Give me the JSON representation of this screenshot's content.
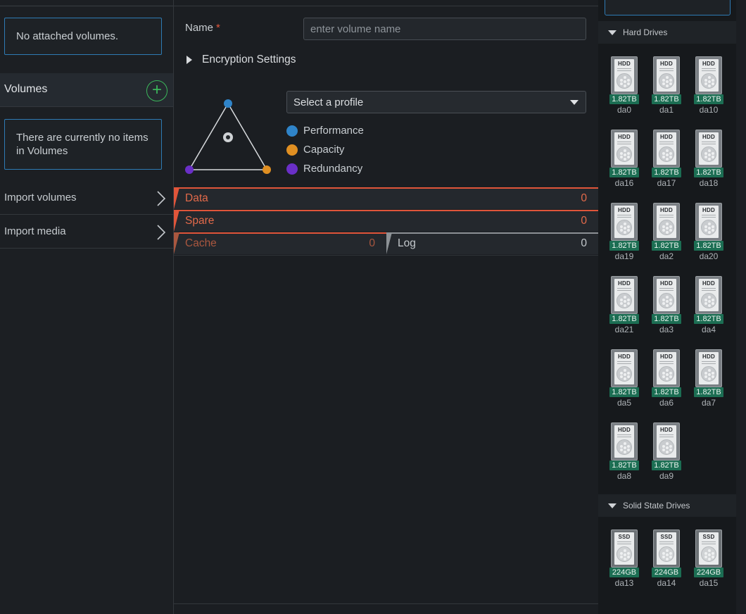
{
  "left": {
    "no_attached": "No attached volumes.",
    "volumes_title": "Volumes",
    "add_symbol": "+",
    "empty_message": "There are currently no items in Volumes",
    "nav": [
      {
        "label": "Import volumes"
      },
      {
        "label": "Import media"
      }
    ]
  },
  "form": {
    "name_label": "Name",
    "required_mark": "*",
    "name_placeholder": "enter volume name",
    "encryption_label": "Encryption Settings",
    "profile_placeholder": "Select a profile",
    "legend": [
      {
        "label": "Performance",
        "color": "#2f84c9"
      },
      {
        "label": "Capacity",
        "color": "#e08f22"
      },
      {
        "label": "Redundancy",
        "color": "#6a2fc7"
      }
    ]
  },
  "vdevs": {
    "data": {
      "label": "Data",
      "count": "0"
    },
    "spare": {
      "label": "Spare",
      "count": "0"
    },
    "cache": {
      "label": "Cache",
      "count": "0"
    },
    "log": {
      "label": "Log",
      "count": "0"
    }
  },
  "hard_drives": {
    "title": "Hard Drives",
    "kind": "HDD",
    "disks": [
      {
        "name": "da0",
        "size": "1.82TB"
      },
      {
        "name": "da1",
        "size": "1.82TB"
      },
      {
        "name": "da10",
        "size": "1.82TB"
      },
      {
        "name": "da16",
        "size": "1.82TB"
      },
      {
        "name": "da17",
        "size": "1.82TB"
      },
      {
        "name": "da18",
        "size": "1.82TB"
      },
      {
        "name": "da19",
        "size": "1.82TB"
      },
      {
        "name": "da2",
        "size": "1.82TB"
      },
      {
        "name": "da20",
        "size": "1.82TB"
      },
      {
        "name": "da21",
        "size": "1.82TB"
      },
      {
        "name": "da3",
        "size": "1.82TB"
      },
      {
        "name": "da4",
        "size": "1.82TB"
      },
      {
        "name": "da5",
        "size": "1.82TB"
      },
      {
        "name": "da6",
        "size": "1.82TB"
      },
      {
        "name": "da7",
        "size": "1.82TB"
      },
      {
        "name": "da8",
        "size": "1.82TB"
      },
      {
        "name": "da9",
        "size": "1.82TB"
      }
    ]
  },
  "solid_state_drives": {
    "title": "Solid State Drives",
    "kind": "SSD",
    "disks": [
      {
        "name": "da13",
        "size": "224GB"
      },
      {
        "name": "da14",
        "size": "224GB"
      },
      {
        "name": "da15",
        "size": "224GB"
      }
    ]
  },
  "colors": {
    "accent_blue": "#2e7bb4",
    "accent_orange": "#e0553a",
    "add_green": "#3bb75b",
    "disk_size_bg": "#1c6e53"
  }
}
